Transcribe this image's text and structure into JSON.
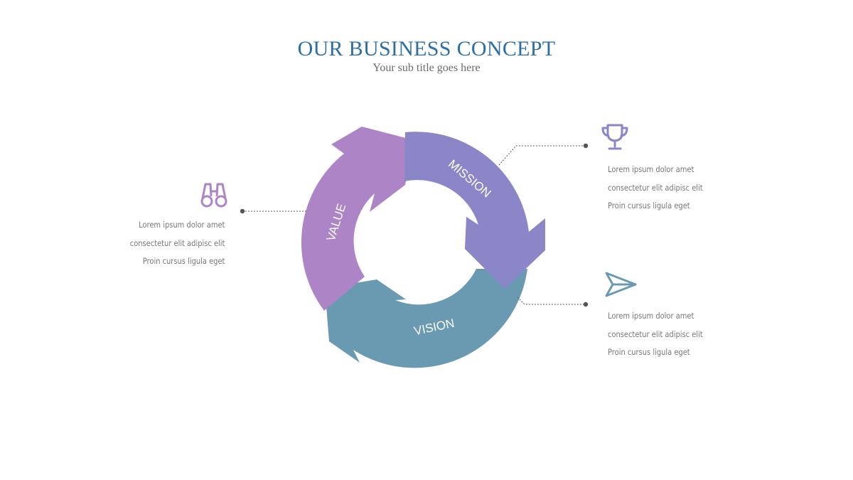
{
  "header": {
    "title": "OUR BUSINESS CONCEPT",
    "subtitle": "Your sub title goes here"
  },
  "cycle": {
    "segments": [
      {
        "label": "MISSION",
        "color": "#8a86c8",
        "icon": "trophy-icon"
      },
      {
        "label": "VISION",
        "color": "#6a9ab2",
        "icon": "paper-plane-icon"
      },
      {
        "label": "VALUE",
        "color": "#ad85c6",
        "icon": "binoculars-icon"
      }
    ]
  },
  "callouts": {
    "value": {
      "icon": "binoculars-icon",
      "lines": [
        "Lorem ipsum dolor amet",
        "consectetur elit adipisc elit",
        "Proin cursus ligula eget"
      ]
    },
    "mission": {
      "icon": "trophy-icon",
      "lines": [
        "Lorem ipsum dolor amet",
        "consectetur elit adipisc elit",
        "Proin cursus ligula eget"
      ]
    },
    "vision": {
      "icon": "paper-plane-icon",
      "lines": [
        "Lorem ipsum dolor amet",
        "consectetur elit adipisc elit",
        "Proin cursus ligula eget"
      ]
    }
  }
}
